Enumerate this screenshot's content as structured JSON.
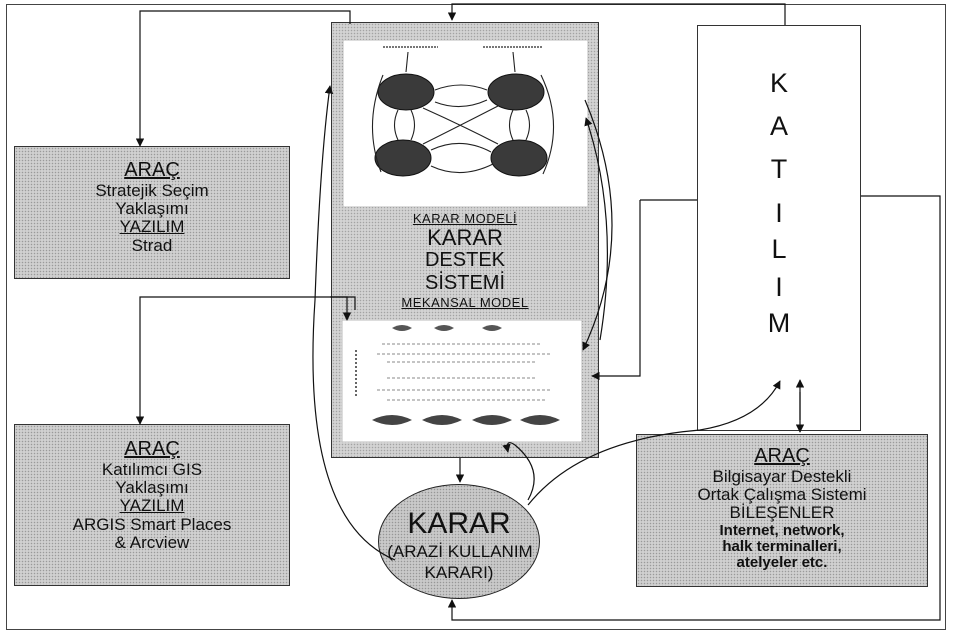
{
  "box_strad": {
    "title": "ARAÇ",
    "line1": "Stratejik Seçim",
    "line2": "Yaklaşımı",
    "software": "YAZILIM",
    "software_name": "Strad"
  },
  "box_gis": {
    "title": "ARAÇ",
    "line1": "Katılımcı GIS",
    "line2": "Yaklaşımı",
    "software": "YAZILIM",
    "line3": "ARGIS Smart Places",
    "line4": "& Arcview"
  },
  "box_work": {
    "title": "ARAÇ",
    "line1": "Bilgisayar Destekli",
    "line2": "Ortak Çalışma Sistemi",
    "components": "BİLEŞENLER",
    "line3": "Internet, network,",
    "line4": "halk terminalleri,",
    "line5": "atelyeler etc."
  },
  "katilim": {
    "letters": [
      "K",
      "A",
      "T",
      "I",
      "L",
      "I",
      "M"
    ]
  },
  "center": {
    "karar_modeli": "KARAR MODELİ",
    "line1": "KARAR",
    "line2": "DESTEK",
    "line3": "SİSTEMİ",
    "mekansal_model": "MEKANSAL MODEL"
  },
  "decision": {
    "title": "KARAR",
    "line1": "(ARAZİ KULLANIM",
    "line2": "KARARI)"
  },
  "colors": {
    "box_fill": "#d0d0d0",
    "stroke": "#222222",
    "inset_fill": "#ffffff"
  }
}
